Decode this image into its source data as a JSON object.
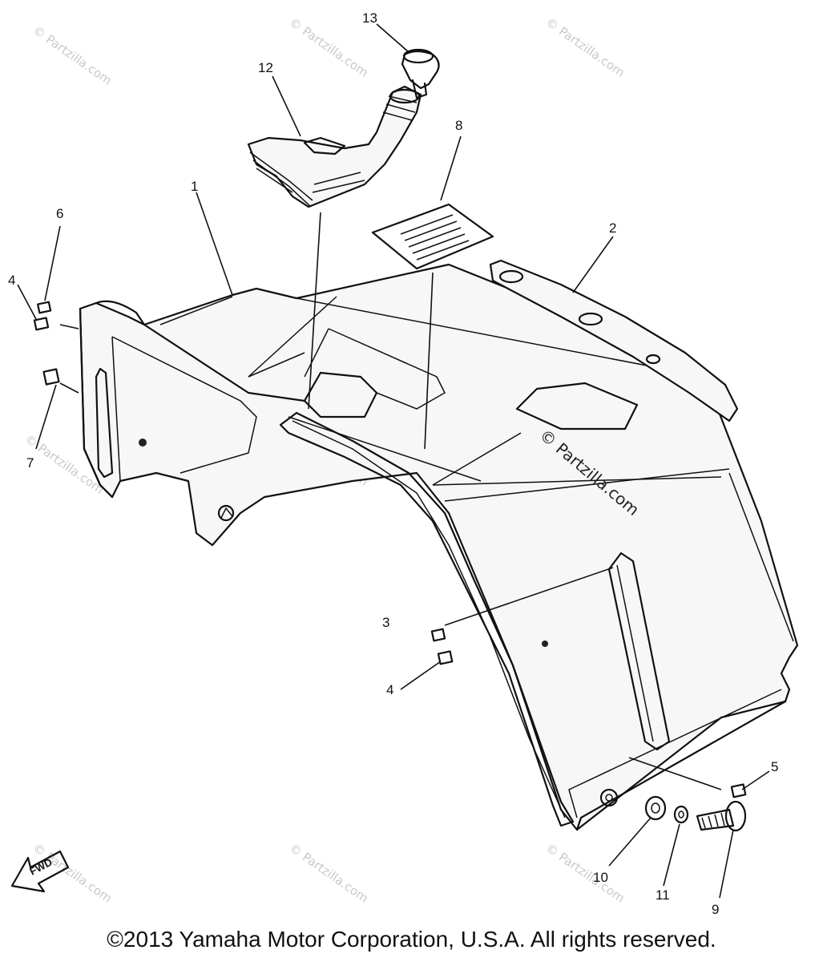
{
  "callouts": [
    {
      "id": "1",
      "label": "1"
    },
    {
      "id": "2",
      "label": "2"
    },
    {
      "id": "3",
      "label": "3"
    },
    {
      "id": "4a",
      "label": "4"
    },
    {
      "id": "4b",
      "label": "4"
    },
    {
      "id": "5",
      "label": "5"
    },
    {
      "id": "6",
      "label": "6"
    },
    {
      "id": "7",
      "label": "7"
    },
    {
      "id": "8",
      "label": "8"
    },
    {
      "id": "9",
      "label": "9"
    },
    {
      "id": "10",
      "label": "10"
    },
    {
      "id": "11",
      "label": "11"
    },
    {
      "id": "12",
      "label": "12"
    },
    {
      "id": "13",
      "label": "13"
    }
  ],
  "watermark": {
    "text": "© Partzilla.com"
  },
  "fwd_arrow": {
    "label": "FWD"
  },
  "copyright": "©2013  Yamaha Motor Corporation, U.S.A. All rights reserved."
}
